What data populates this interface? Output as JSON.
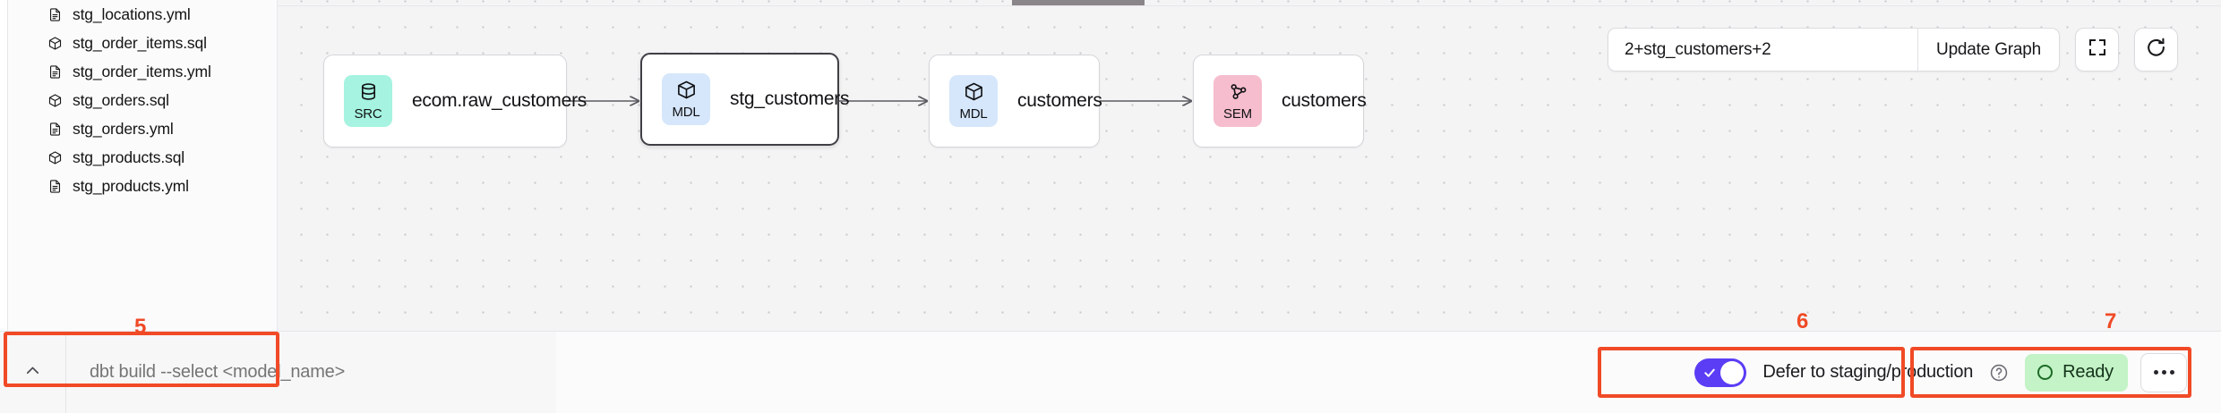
{
  "sidebar": {
    "files": [
      {
        "name": "stg_locations.yml",
        "icon": "yml-file-icon"
      },
      {
        "name": "stg_order_items.sql",
        "icon": "sql-model-icon"
      },
      {
        "name": "stg_order_items.yml",
        "icon": "yml-file-icon"
      },
      {
        "name": "stg_orders.sql",
        "icon": "sql-model-icon"
      },
      {
        "name": "stg_orders.yml",
        "icon": "yml-file-icon"
      },
      {
        "name": "stg_products.sql",
        "icon": "sql-model-icon"
      },
      {
        "name": "stg_products.yml",
        "icon": "yml-file-icon"
      }
    ]
  },
  "graph_toolbar": {
    "selector_value": "2+stg_customers+2",
    "selector_placeholder": "Enter selector",
    "update_label": "Update Graph",
    "fit_view_icon": "fullscreen-icon",
    "refresh_icon": "refresh-icon"
  },
  "graph": {
    "nodes": [
      {
        "id": "src-ecom-raw-customers",
        "badge": "SRC",
        "badge_icon": "database-icon",
        "badge_color": "#a5f3e0",
        "label": "ecom.raw_customers",
        "selected": false
      },
      {
        "id": "mdl-stg-customers",
        "badge": "MDL",
        "badge_icon": "cube-icon",
        "badge_color": "#d6e7fb",
        "label": "stg_customers",
        "selected": true
      },
      {
        "id": "mdl-customers",
        "badge": "MDL",
        "badge_icon": "cube-icon",
        "badge_color": "#d6e7fb",
        "label": "customers",
        "selected": false
      },
      {
        "id": "sem-customers",
        "badge": "SEM",
        "badge_icon": "network-icon",
        "badge_color": "#f5bdcd",
        "label": "customers",
        "selected": false
      }
    ]
  },
  "command_bar": {
    "collapse_icon": "chevron-up-icon",
    "value": "",
    "placeholder": "dbt build --select <model_name>"
  },
  "status_bar": {
    "defer_label": "Defer to staging/production",
    "defer_enabled": true,
    "help_icon": "help-circle-icon",
    "status_text": "Ready",
    "more_icon": "ellipsis-icon"
  },
  "annotations": [
    {
      "number": "5"
    },
    {
      "number": "6"
    },
    {
      "number": "7"
    }
  ],
  "colors": {
    "accent_purple": "#5b3df5",
    "annotation_red": "#f04a26",
    "ready_green": "#c3f3c6",
    "src_mint": "#a5f3e0",
    "mdl_blue": "#d6e7fb",
    "sem_pink": "#f5bdcd"
  }
}
